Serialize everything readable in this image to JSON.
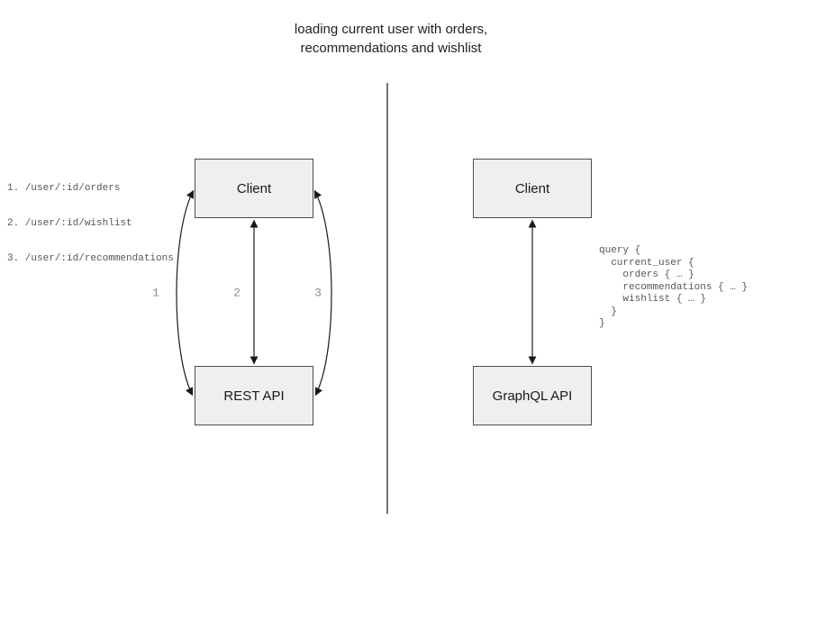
{
  "title": "loading current user with orders,\nrecommendations and wishlist",
  "left_panel": {
    "endpoint_list": [
      "1. /user/:id/orders",
      "2. /user/:id/wishlist",
      "3. /user/:id/recommendations"
    ],
    "client_box_label": "Client",
    "api_box_label": "REST API",
    "edge_labels": [
      "1",
      "2",
      "3"
    ]
  },
  "right_panel": {
    "client_box_label": "Client",
    "api_box_label": "GraphQL API",
    "query_code": "query {\n  current_user {\n    orders { … }\n    recommendations { … }\n    wishlist { … }\n  }\n}"
  },
  "colors": {
    "box_fill": "#efefef",
    "box_border": "#4d4d4d",
    "arrow": "#1a1a1a",
    "edge_label_gray": "#8c8c8c",
    "code_gray": "#565656",
    "divider_gray": "#737373",
    "title_text": "#1f1f1f"
  }
}
